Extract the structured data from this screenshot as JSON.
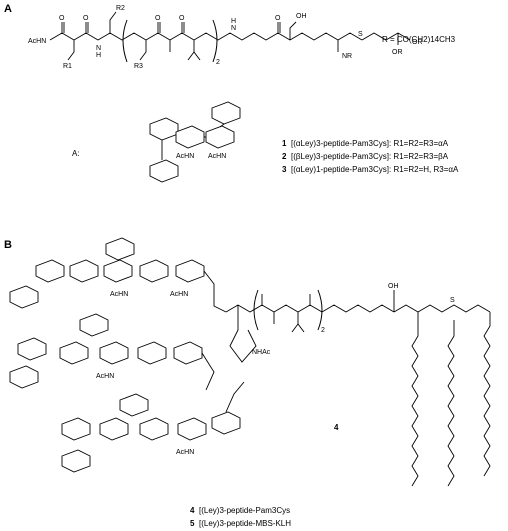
{
  "panel_a": {
    "label": "A",
    "r_definition": "R = CO(CH2)14CH3",
    "lbl_ach": "AcHN",
    "lbl_o": "O",
    "lbl_h": "H",
    "lbl_n": "N",
    "lbl_r1": "R1",
    "lbl_r2": "R2",
    "lbl_r3": "R3",
    "lbl_oh": "OH",
    "lbl_s": "S",
    "lbl_nhr": "NR",
    "lbl_or": "OR",
    "lbl_2": "2",
    "a_label": "A:",
    "sugar_ach1": "AcHN",
    "sugar_ach2": "AcHN",
    "compounds": [
      {
        "num": "1",
        "text": "[(αLey)3-peptide-Pam3Cys]: R1=R2=R3=αA"
      },
      {
        "num": "2",
        "text": "[(βLey)3-peptide-Pam3Cys]: R1=R2=R3=βA"
      },
      {
        "num": "3",
        "text": "[(αLey)1-peptide-Pam3Cys]: R1=R2=H, R3=αA"
      }
    ]
  },
  "panel_b": {
    "label": "B",
    "compound_number": "4",
    "lbl_ach": "AcHN",
    "lbl_nhac": "NHAc",
    "lbl_oh": "OH",
    "lbl_s": "S",
    "lbl_2": "2",
    "captions": [
      {
        "num": "4",
        "text": "[(Ley)3-peptide-Pam3Cys"
      },
      {
        "num": "5",
        "text": "[(Ley)3-peptide-MBS-KLH"
      }
    ]
  }
}
